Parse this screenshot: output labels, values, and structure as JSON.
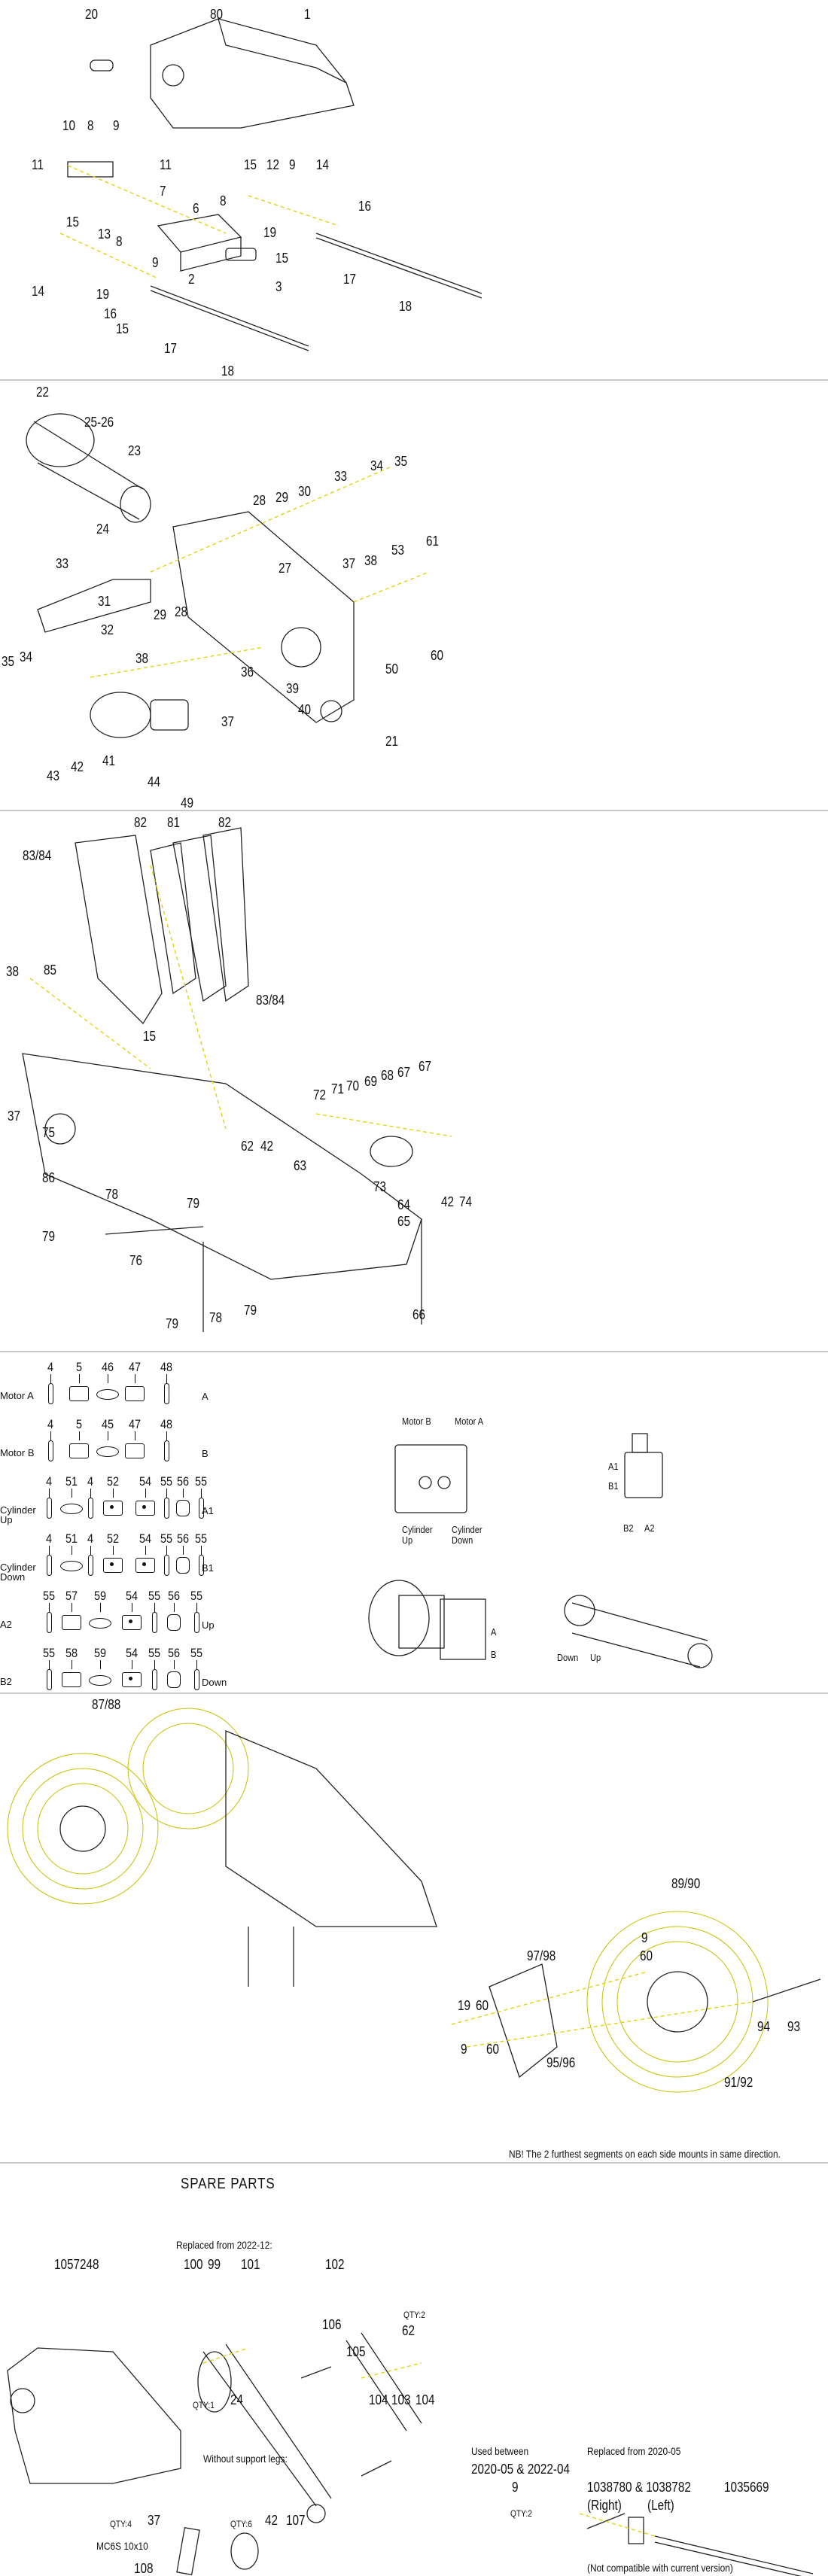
{
  "section1": {
    "callouts": [
      "20",
      "80",
      "1",
      "10",
      "8",
      "9",
      "11",
      "11",
      "7",
      "6",
      "15",
      "12",
      "9",
      "14",
      "8",
      "16",
      "19",
      "15",
      "17",
      "18",
      "15",
      "13",
      "8",
      "9",
      "19",
      "16",
      "14",
      "15",
      "2",
      "3",
      "17",
      "18"
    ]
  },
  "section2": {
    "callouts": [
      "22",
      "25-26",
      "23",
      "24",
      "33",
      "34",
      "35",
      "28",
      "29",
      "30",
      "27",
      "53",
      "61",
      "33",
      "31",
      "37",
      "38",
      "29",
      "28",
      "32",
      "60",
      "34",
      "35",
      "38",
      "50",
      "36",
      "39",
      "40",
      "37",
      "21",
      "42",
      "43",
      "41",
      "44",
      "49"
    ]
  },
  "section3": {
    "callouts": [
      "82",
      "81",
      "82",
      "83/84",
      "83/84",
      "85",
      "38",
      "15",
      "37",
      "75",
      "86",
      "78",
      "79",
      "79",
      "76",
      "79",
      "78",
      "79",
      "72",
      "71",
      "70",
      "69",
      "68",
      "67",
      "67",
      "62",
      "42",
      "63",
      "73",
      "64",
      "65",
      "42",
      "74",
      "66"
    ]
  },
  "hydraulics": {
    "rows": [
      {
        "label": "Motor A",
        "side": "A",
        "parts": [
          [
            "4",
            "ring"
          ],
          [
            "5",
            "fit"
          ],
          [
            "46",
            "seal"
          ],
          [
            "47",
            "fit"
          ],
          [
            "48",
            "ring"
          ]
        ]
      },
      {
        "label": "Motor B",
        "side": "B",
        "parts": [
          [
            "4",
            "ring"
          ],
          [
            "5",
            "fit"
          ],
          [
            "45",
            "seal"
          ],
          [
            "47",
            "fit"
          ],
          [
            "48",
            "ring"
          ]
        ]
      },
      {
        "label": "Cylinder Up",
        "side": "A1",
        "parts": [
          [
            "4",
            "ring"
          ],
          [
            "51",
            "seal"
          ],
          [
            "4",
            "ring"
          ],
          [
            "52",
            "banjo"
          ],
          [
            "54",
            "banjo"
          ],
          [
            "55",
            "ring"
          ],
          [
            "56",
            "bolt"
          ],
          [
            "55",
            "ring"
          ]
        ]
      },
      {
        "label": "Cylinder Down",
        "side": "B1",
        "parts": [
          [
            "4",
            "ring"
          ],
          [
            "51",
            "seal"
          ],
          [
            "4",
            "ring"
          ],
          [
            "52",
            "banjo"
          ],
          [
            "54",
            "banjo"
          ],
          [
            "55",
            "ring"
          ],
          [
            "56",
            "bolt"
          ],
          [
            "55",
            "ring"
          ]
        ]
      },
      {
        "label": "A2",
        "side": "Up",
        "parts": [
          [
            "55",
            "ring"
          ],
          [
            "57",
            "fit"
          ],
          [
            "59",
            "seal"
          ],
          [
            "54",
            "banjo"
          ],
          [
            "55",
            "ring"
          ],
          [
            "56",
            "bolt"
          ],
          [
            "55",
            "ring"
          ]
        ]
      },
      {
        "label": "B2",
        "side": "Down",
        "parts": [
          [
            "55",
            "ring"
          ],
          [
            "58",
            "fit"
          ],
          [
            "59",
            "seal"
          ],
          [
            "54",
            "banjo"
          ],
          [
            "55",
            "ring"
          ],
          [
            "56",
            "bolt"
          ],
          [
            "55",
            "ring"
          ]
        ]
      }
    ],
    "diagram_labels": [
      "Motor B",
      "Motor A",
      "Cylinder Up",
      "Cylinder Down",
      "A1",
      "B1",
      "B2",
      "A2",
      "A",
      "B",
      "Down",
      "Up"
    ]
  },
  "section5": {
    "callouts": [
      "87/88",
      "89/90",
      "9",
      "60",
      "97/98",
      "19",
      "60",
      "94",
      "93",
      "9",
      "60",
      "95/96",
      "91/92"
    ],
    "note": "NB! The 2 furthest segments on each side mounts in same direction."
  },
  "spare_parts": {
    "title": "SPARE PARTS",
    "texts": [
      "Replaced from 2022-12:",
      "1057248",
      "100",
      "99",
      "101",
      "102",
      "QTY:2",
      "62",
      "106",
      "105",
      "QTY:1",
      "24",
      "104",
      "103",
      "104",
      "Without support legs:",
      "Used between",
      "2020-05 & 2022-04",
      "Replaced from 2020-05",
      "9",
      "1038780 & 1038782",
      "(Right)",
      "(Left)",
      "1035669",
      "QTY:2",
      "QTY:4",
      "37",
      "QTY:6",
      "42",
      "107",
      "MC6S 10x10",
      "108",
      "(Not compatible with current version)"
    ]
  },
  "colors": {
    "line": "#111111",
    "assembly_guide": "#e0d000",
    "brush": "#c8c000",
    "divider": "#c8c8c8"
  }
}
